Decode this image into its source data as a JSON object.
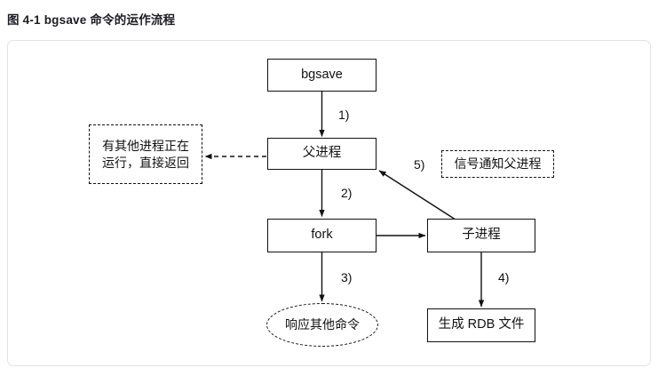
{
  "page": {
    "title": "图 4-1 bgsave 命令的运作流程"
  },
  "diagram": {
    "type": "flowchart",
    "nodes": [
      {
        "id": "bgsave",
        "label": "bgsave",
        "shape": "rect",
        "style": "solid"
      },
      {
        "id": "parent-process",
        "label": "父进程",
        "shape": "rect",
        "style": "solid"
      },
      {
        "id": "other-process-running",
        "label": "有其他进程正在\n运行，直接返回",
        "shape": "rect",
        "style": "dashed"
      },
      {
        "id": "signal-notify-parent",
        "label": "信号通知父进程",
        "shape": "rect",
        "style": "dashed"
      },
      {
        "id": "fork",
        "label": "fork",
        "shape": "rect",
        "style": "solid"
      },
      {
        "id": "child-process",
        "label": "子进程",
        "shape": "rect",
        "style": "solid"
      },
      {
        "id": "respond-other-commands",
        "label": "响应其他命令",
        "shape": "ellipse",
        "style": "dashed"
      },
      {
        "id": "generate-rdb-file",
        "label": "生成 RDB 文件",
        "shape": "rect",
        "style": "solid"
      }
    ],
    "edges": [
      {
        "from": "bgsave",
        "to": "parent-process",
        "label": "1)",
        "style": "solid"
      },
      {
        "from": "parent-process",
        "to": "other-process-running",
        "label": "",
        "style": "dashed"
      },
      {
        "from": "parent-process",
        "to": "fork",
        "label": "2)",
        "style": "solid"
      },
      {
        "from": "fork",
        "to": "child-process",
        "label": "",
        "style": "solid"
      },
      {
        "from": "fork",
        "to": "respond-other-commands",
        "label": "3)",
        "style": "solid"
      },
      {
        "from": "child-process",
        "to": "generate-rdb-file",
        "label": "4)",
        "style": "solid"
      },
      {
        "from": "child-process",
        "to": "parent-process",
        "label": "5)",
        "style": "solid"
      }
    ],
    "step_labels": {
      "one": "1)",
      "two": "2)",
      "three": "3)",
      "four": "4)",
      "five": "5)"
    },
    "colors": {
      "stroke": "#111111",
      "card_border": "#e2e2e4",
      "background": "#ffffff",
      "title": "#1c1c22"
    }
  }
}
